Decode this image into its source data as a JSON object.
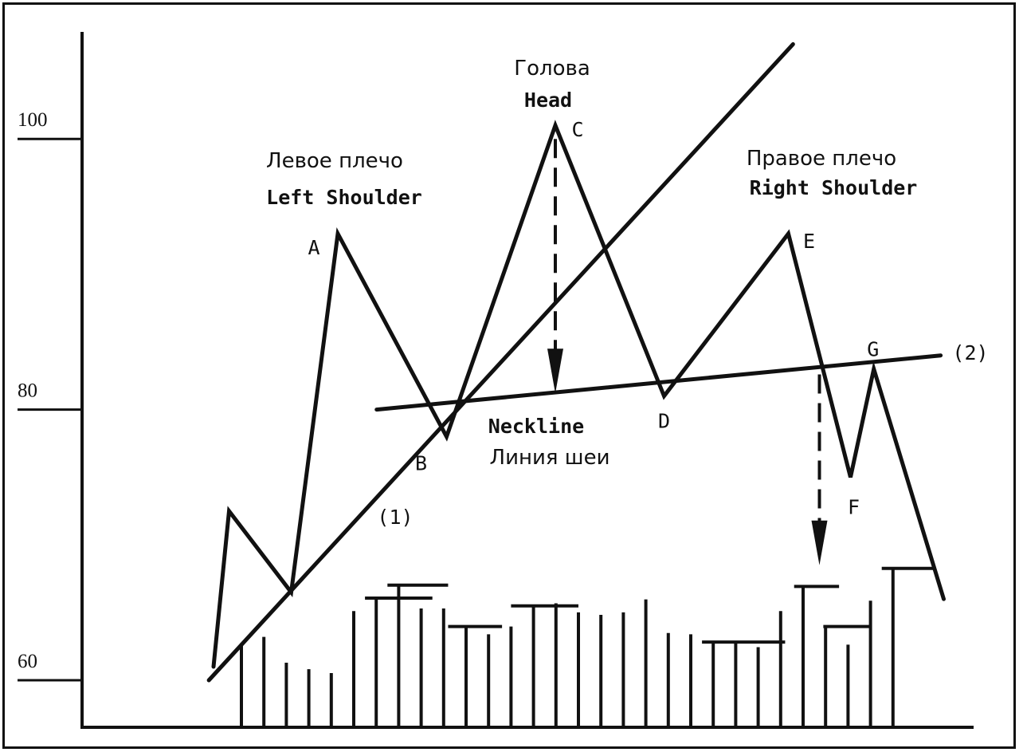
{
  "chart_data": {
    "type": "line",
    "title": "",
    "xlabel": "",
    "ylabel": "",
    "ylim": [
      57,
      107
    ],
    "yticks": [
      60,
      80,
      100
    ],
    "grid": false,
    "legend": "none",
    "colors": {
      "ink": "#111111",
      "background": "#ffffff"
    },
    "price_path": [
      {
        "x": 1,
        "y": 61.0,
        "label": ""
      },
      {
        "x": 2,
        "y": 72.5,
        "label": ""
      },
      {
        "x": 6,
        "y": 66.5,
        "label": ""
      },
      {
        "x": 9,
        "y": 93.0,
        "label": "A"
      },
      {
        "x": 16,
        "y": 78.0,
        "label": "B"
      },
      {
        "x": 23,
        "y": 101.0,
        "label": "C"
      },
      {
        "x": 30,
        "y": 81.0,
        "label": "D"
      },
      {
        "x": 38,
        "y": 93.0,
        "label": "E"
      },
      {
        "x": 42,
        "y": 75.0,
        "label": "F"
      },
      {
        "x": 43.5,
        "y": 83.0,
        "label": "G"
      },
      {
        "x": 48,
        "y": 66.0,
        "label": ""
      }
    ],
    "trendline": {
      "label": "(1)",
      "points": [
        {
          "x": 0.7,
          "y": 60.0
        },
        {
          "x": 38.3,
          "y": 107.0
        }
      ]
    },
    "neckline": {
      "label": "(2)",
      "points": [
        {
          "x": 11.5,
          "y": 80.0
        },
        {
          "x": 47.8,
          "y": 84.0
        }
      ]
    },
    "projections": [
      {
        "x": 23.0,
        "from": 100.0,
        "to": 81.2
      },
      {
        "x": 40.0,
        "from": 82.6,
        "to": 68.5
      }
    ],
    "volume": {
      "bars": [
        {
          "x": 3,
          "v": 6.5
        },
        {
          "x": 4,
          "v": 7.0
        },
        {
          "x": 5,
          "v": 5.0
        },
        {
          "x": 6,
          "v": 4.5
        },
        {
          "x": 7,
          "v": 4.2
        },
        {
          "x": 8,
          "v": 9.0
        },
        {
          "x": 9,
          "v": 10.0,
          "cap": [
            8.5,
            11.5
          ]
        },
        {
          "x": 10,
          "v": 11.0,
          "cap": [
            9.5,
            12.2
          ]
        },
        {
          "x": 11,
          "v": 9.2
        },
        {
          "x": 12,
          "v": 9.2
        },
        {
          "x": 13,
          "v": 7.8,
          "cap": [
            12.2,
            14.6
          ]
        },
        {
          "x": 14,
          "v": 7.2
        },
        {
          "x": 15,
          "v": 7.8
        },
        {
          "x": 16,
          "v": 9.4,
          "cap": [
            15.0,
            18.0
          ]
        },
        {
          "x": 17,
          "v": 9.6
        },
        {
          "x": 18,
          "v": 8.9
        },
        {
          "x": 19,
          "v": 8.7
        },
        {
          "x": 20,
          "v": 8.9
        },
        {
          "x": 21,
          "v": 9.9
        },
        {
          "x": 22,
          "v": 7.3
        },
        {
          "x": 23,
          "v": 7.2
        },
        {
          "x": 24,
          "v": 6.6,
          "cap": [
            23.5,
            27.2
          ]
        },
        {
          "x": 25,
          "v": 6.6
        },
        {
          "x": 26,
          "v": 6.2
        },
        {
          "x": 27,
          "v": 9.0
        },
        {
          "x": 28,
          "v": 10.9,
          "cap": [
            27.6,
            29.6
          ]
        },
        {
          "x": 29,
          "v": 7.8,
          "cap": [
            28.9,
            31.0
          ]
        },
        {
          "x": 30,
          "v": 6.4
        },
        {
          "x": 31,
          "v": 9.8
        },
        {
          "x": 32,
          "v": 12.3,
          "cap": [
            31.5,
            33.8
          ]
        }
      ]
    },
    "annotations": {
      "head_ru": "Голова",
      "head_en": "Head",
      "left_shoulder_ru": "Левое плечо",
      "left_shoulder_en": "Left Shoulder",
      "right_shoulder_ru": "Правое плечо",
      "right_shoulder_en": "Right Shoulder",
      "neckline_en": "Neckline",
      "neckline_ru": "Линия шеи"
    }
  }
}
